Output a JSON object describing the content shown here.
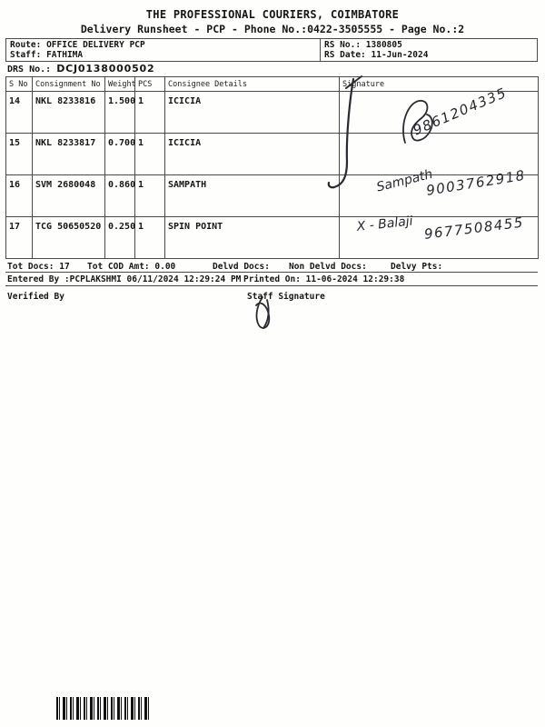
{
  "header": {
    "company": "THE PROFESSIONAL COURIERS, COIMBATORE",
    "subtitle": "Delivery Runsheet - PCP - Phone No.:0422-3505555 - Page No.:2"
  },
  "info": {
    "route_label": "Route:",
    "route": "OFFICE DELIVERY PCP",
    "staff_label": "Staff:",
    "staff": "FATHIMA",
    "rs_no_label": "RS No.:",
    "rs_no": "1380805",
    "rs_date_label": "RS Date:",
    "rs_date": "11-Jun-2024",
    "drs_label": "DRS No.:",
    "drs_no": "DCJ0138000502"
  },
  "table": {
    "columns": [
      "S No",
      "Consignment No",
      "Weight",
      "PCS",
      "Consignee Details",
      "Signature"
    ],
    "rows": [
      {
        "s_no": "14",
        "consignment_no": "NKL 8233816",
        "weight": "1.500",
        "pcs": "1",
        "consignee": "ICICIA"
      },
      {
        "s_no": "15",
        "consignment_no": "NKL 8233817",
        "weight": "0.700",
        "pcs": "1",
        "consignee": "ICICIA"
      },
      {
        "s_no": "16",
        "consignment_no": "SVM 2680048",
        "weight": "0.860",
        "pcs": "1",
        "consignee": "SAMPATH"
      },
      {
        "s_no": "17",
        "consignment_no": "TCG 50650520",
        "weight": "0.250",
        "pcs": "1",
        "consignee": "SPIN POINT"
      }
    ]
  },
  "handwriting": {
    "row14_phone": "9861204335",
    "row16_name": "Sampath",
    "row16_phone": "9003762918",
    "row17_name": "X - Balaji",
    "row17_phone": "9677508455"
  },
  "totals": {
    "tot_docs_label": "Tot Docs:",
    "tot_docs": "17",
    "tot_cod_label": "Tot COD Amt:",
    "tot_cod": "0.00",
    "delvd_label": "Delvd Docs:",
    "non_delvd_label": "Non Delvd Docs:",
    "delvy_pts_label": "Delvy Pts:"
  },
  "footer": {
    "entered_by": "Entered By :PCPLAKSHMI 06/11/2024 12:29:24 PM",
    "printed_on": "Printed On: 11-06-2024 12:29:38",
    "verified_by_label": "Verified By",
    "staff_signature_label": "Staff Signature"
  }
}
